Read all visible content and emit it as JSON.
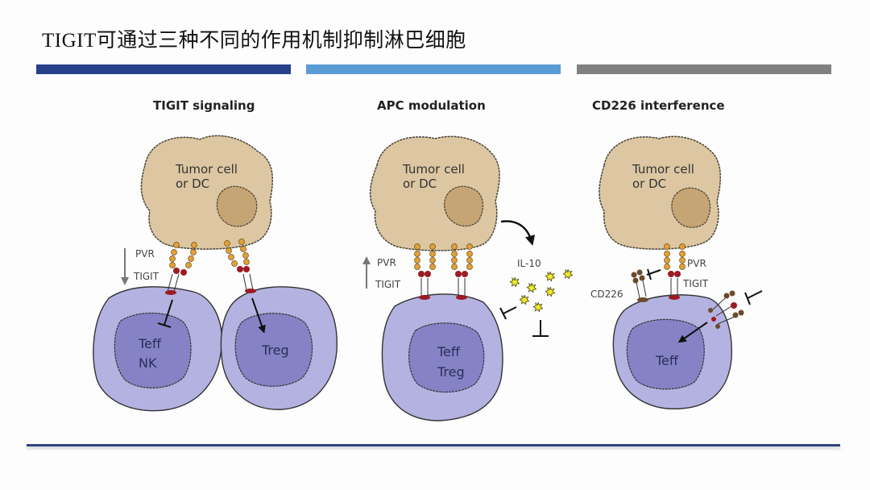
{
  "slide": {
    "title": "TIGIT可通过三种不同的作用机制抑制淋巴细胞",
    "accent_bars": [
      "#27418a",
      "#5b9bd5",
      "#808080"
    ],
    "footer_line_color": "#2f4477"
  },
  "panels": [
    {
      "title": "TIGIT signaling",
      "apc_label_line1": "Tumor cell",
      "apc_label_line2": "or DC",
      "pvr_label": "PVR",
      "tigit_label": "TIGIT",
      "expression_arrow": "down",
      "cells": [
        {
          "label_line1": "Teff",
          "label_line2": "NK",
          "effect": "inhibit"
        },
        {
          "label_line1": "Treg",
          "label_line2": "",
          "effect": "activate"
        }
      ]
    },
    {
      "title": "APC modulation",
      "apc_label_line1": "Tumor cell",
      "apc_label_line2": "or DC",
      "pvr_label": "PVR",
      "tigit_label": "TIGIT",
      "expression_arrow": "up",
      "cytokine_label": "IL-10",
      "cells": [
        {
          "label_line1": "Teff",
          "label_line2": "Treg",
          "effect": "inhibit"
        }
      ]
    },
    {
      "title": "CD226 interference",
      "apc_label_line1": "Tumor cell",
      "apc_label_line2": "or DC",
      "pvr_label": "PVR",
      "tigit_label": "TIGIT",
      "cd226_label": "CD226",
      "cells": [
        {
          "label_line1": "Teff",
          "label_line2": "",
          "effect": "activate"
        }
      ]
    }
  ],
  "colors": {
    "apc_fill": "#dcc7a2",
    "apc_nucleus": "#c6a574",
    "cell_fill": "#b4b2e0",
    "cell_nucleus": "#8583c6",
    "pvr_bead": "#e2a03a",
    "tigit_bead": "#9b1c24",
    "cd226_bead": "#6a4a2c",
    "il10_star": "#f2ea2a"
  }
}
